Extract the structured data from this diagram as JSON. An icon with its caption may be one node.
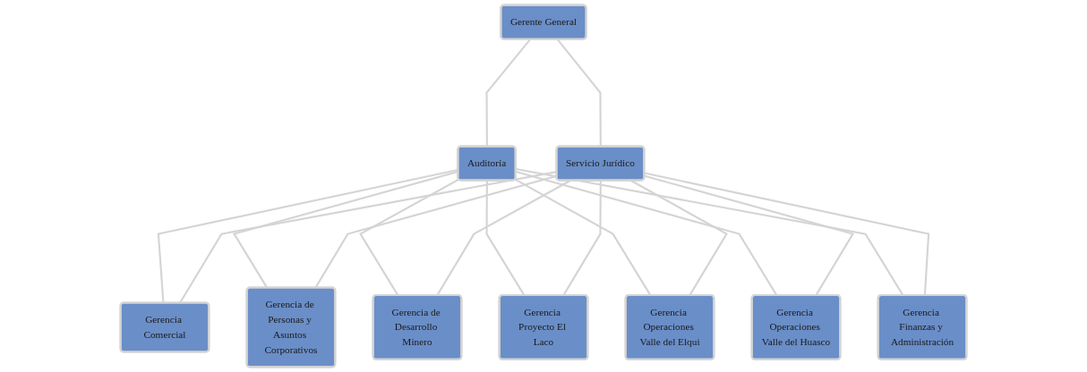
{
  "diagram": {
    "nodes": [
      {
        "text": [
          "Gerente General"
        ]
      },
      {
        "text": [
          "Auditoría"
        ]
      },
      {
        "text": [
          "Servicio Jurídico"
        ]
      },
      {
        "text": [
          "Gerencia Comercial"
        ]
      },
      {
        "text": [
          "Gerencia de Personas y Asuntos Corporativos"
        ]
      },
      {
        "text": [
          "Gerencia de Desarrollo Minero"
        ]
      },
      {
        "text": [
          "Gerencia Proyecto El Laco"
        ]
      },
      {
        "text": [
          "Gerencia Operaciones Valle del Elqui"
        ]
      },
      {
        "text": [
          "Gerencia Operaciones Valle del Huasco"
        ]
      },
      {
        "text": [
          "Gerencia Finanzas y Administración"
        ]
      }
    ],
    "edges": [
      {
        "from": 0,
        "to": 1,
        "arrow": "none"
      },
      {
        "from": 0,
        "to": 2,
        "arrow": "none"
      },
      {
        "from": 1,
        "to": 3,
        "arrow": "none"
      },
      {
        "from": 1,
        "to": 4,
        "arrow": "none"
      },
      {
        "from": 1,
        "to": 5,
        "arrow": "none"
      },
      {
        "from": 1,
        "to": 6,
        "arrow": "none"
      },
      {
        "from": 1,
        "to": 7,
        "arrow": "none"
      },
      {
        "from": 1,
        "to": 8,
        "arrow": "none"
      },
      {
        "from": 1,
        "to": 9,
        "arrow": "none"
      },
      {
        "from": 2,
        "to": 3,
        "arrow": "none"
      },
      {
        "from": 2,
        "to": 4,
        "arrow": "none"
      },
      {
        "from": 2,
        "to": 5,
        "arrow": "none"
      },
      {
        "from": 2,
        "to": 6,
        "arrow": "none"
      },
      {
        "from": 2,
        "to": 7,
        "arrow": "none"
      },
      {
        "from": 2,
        "to": 8,
        "arrow": "none"
      },
      {
        "from": 2,
        "to": 9,
        "arrow": "none"
      }
    ]
  }
}
